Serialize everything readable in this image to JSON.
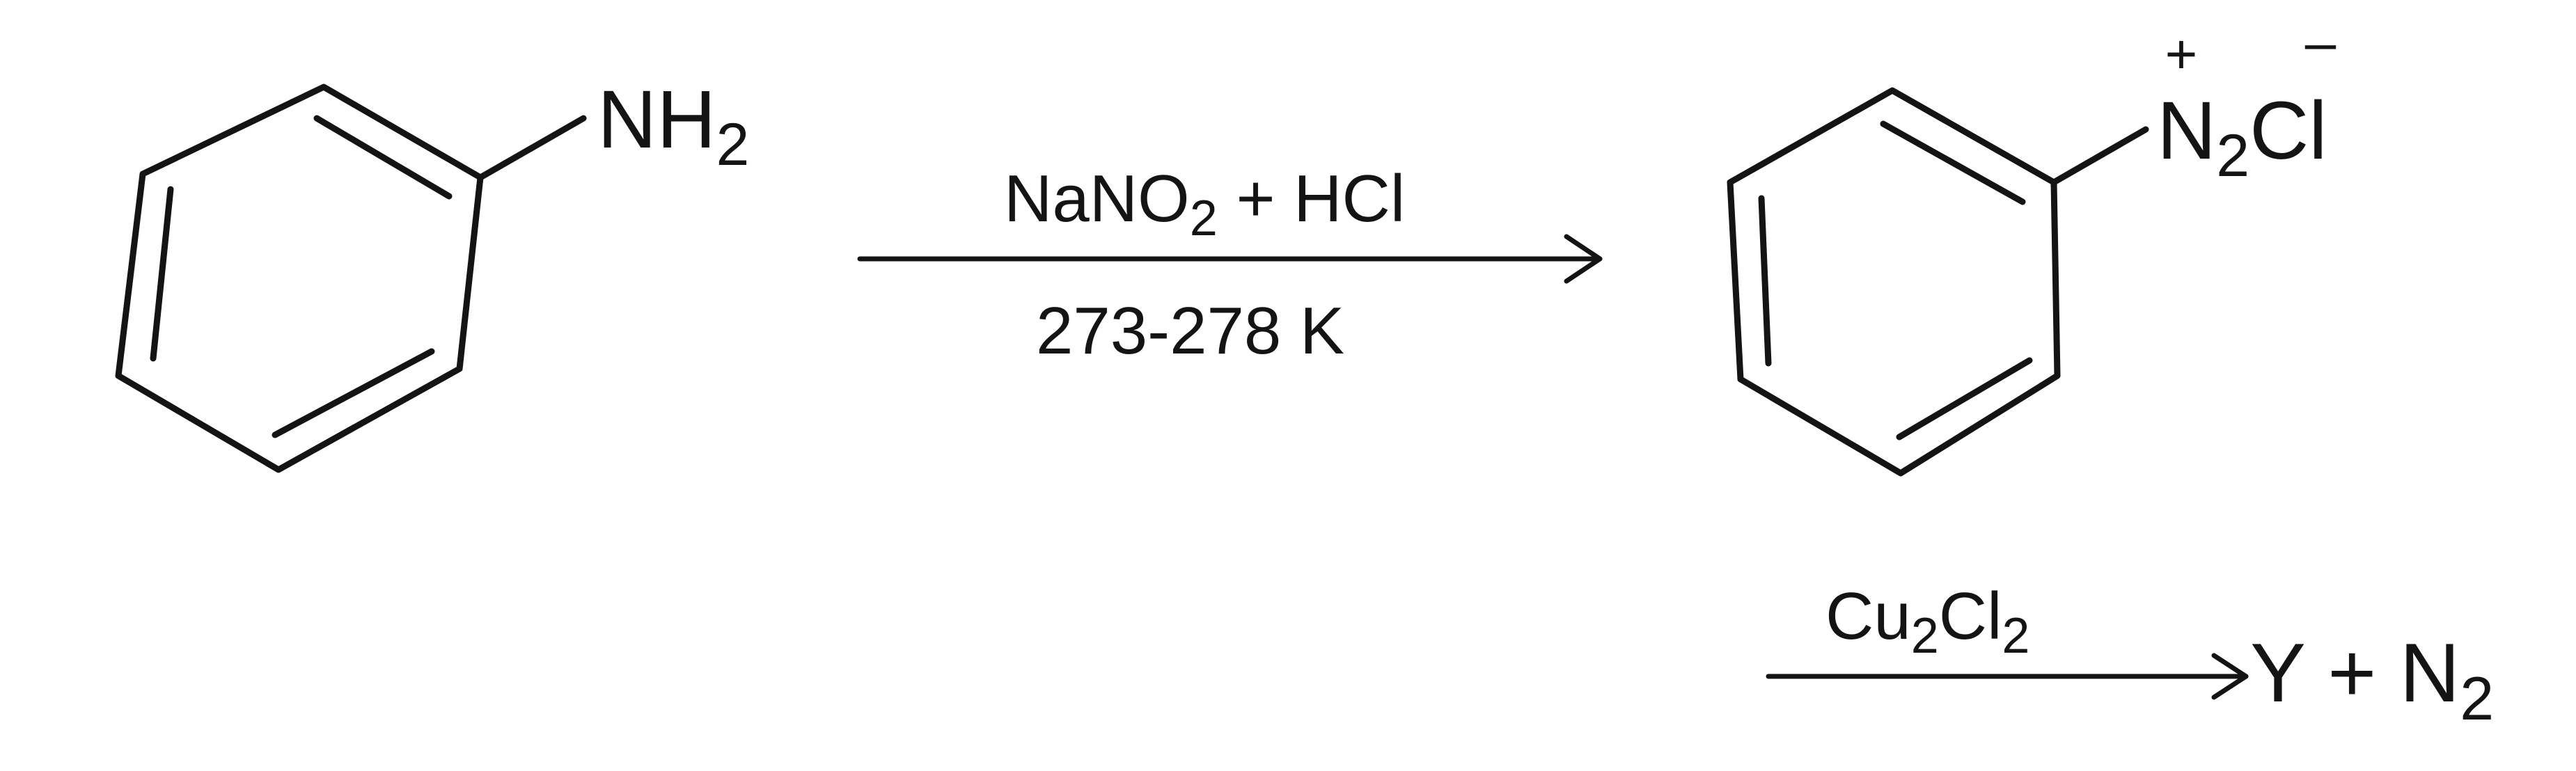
{
  "reactant": {
    "group": "NH",
    "group_sub": "2"
  },
  "step1": {
    "reagent_a": "NaNO",
    "reagent_a_sub": "2",
    "reagent_b": " + HCl",
    "condition": "273-278 K"
  },
  "intermediate": {
    "group": "N",
    "group_sub": "2",
    "counter_ion": "Cl",
    "plus_sign": "+",
    "minus_sign": "–"
  },
  "step2": {
    "reagent_a": "Cu",
    "reagent_a_sub": "2",
    "reagent_b": "Cl",
    "reagent_b_sub": "2"
  },
  "products": {
    "main": "Y + N",
    "main_sub": "2"
  }
}
